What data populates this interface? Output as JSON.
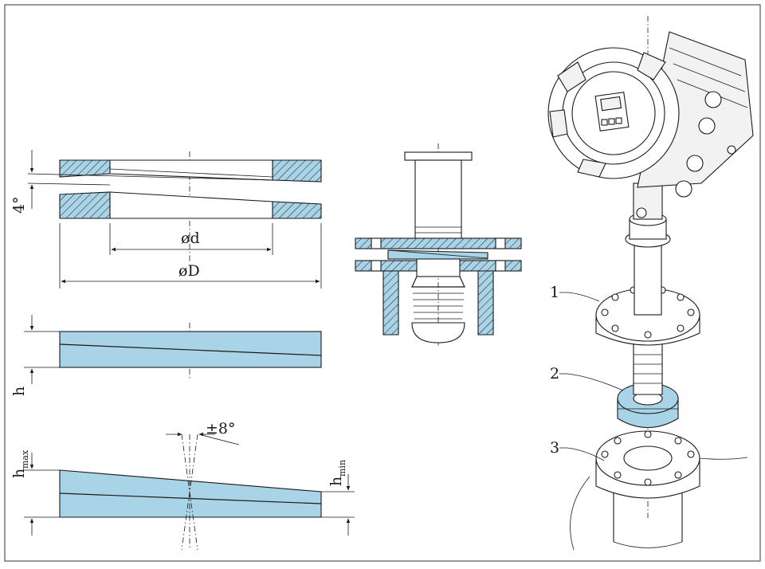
{
  "labels": {
    "angle_4": "4°",
    "inner_diameter": "ød",
    "outer_diameter": "øD",
    "height": "h",
    "height_max_base": "h",
    "height_max_sub": "max",
    "height_min_base": "h",
    "height_min_sub": "min",
    "tilt": "±8°",
    "callout_1": "1",
    "callout_2": "2",
    "callout_3": "3"
  },
  "colors": {
    "seal": "#a9d3e6",
    "line": "#1a1a1a",
    "frame": "#555555"
  }
}
